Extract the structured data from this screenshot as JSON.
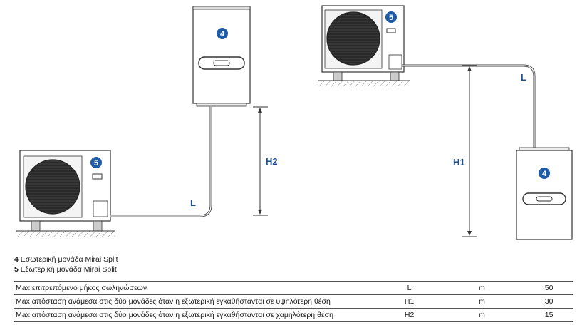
{
  "units": {
    "indoor_number": "4",
    "outdoor_number": "5"
  },
  "dimension_labels": {
    "pipe": "L",
    "height_indoor_above": "H2",
    "height_outdoor_above": "H1"
  },
  "legend": [
    {
      "number": "4",
      "text": "Εσωτερική μονάδα  Mirai Split"
    },
    {
      "number": "5",
      "text": "Εξωτερική μονάδα  Mirai Split"
    }
  ],
  "spec_rows": [
    {
      "description": "Max επιτρεπόμενο μήκος σωληνώσεων",
      "symbol": "L",
      "unit": "m",
      "value": "50"
    },
    {
      "description": "Max απόσταση ανάμεσα στις δύο μονάδες όταν η εξωτερική εγκαθήστανται σε υψηλότερη θέση",
      "symbol": "H1",
      "unit": "m",
      "value": "30"
    },
    {
      "description": "Max απόσταση ανάμεσα στις δύο μονάδες όταν η εξωτερική εγκαθήστανται σε χαμηλότερη θέση",
      "symbol": "H2",
      "unit": "m",
      "value": "15"
    }
  ],
  "colors": {
    "badge": "#1f5aa6",
    "label": "#1f4e8c",
    "line": "#333333"
  }
}
